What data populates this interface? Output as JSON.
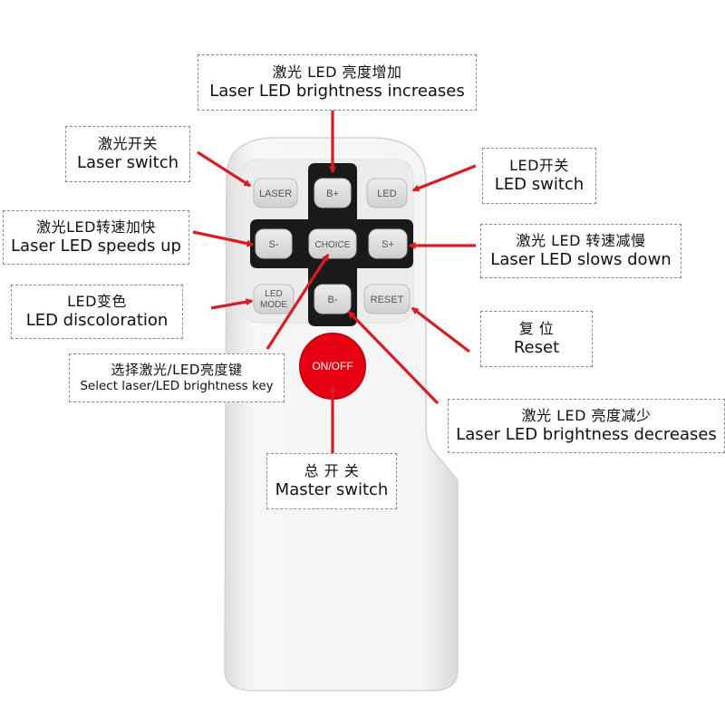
{
  "remote": {
    "buttons": {
      "laser": "LASER",
      "b_plus": "B+",
      "led": "LED",
      "s_minus": "S-",
      "choice": "CHOICE",
      "s_plus": "S+",
      "led_mode_1": "LED",
      "led_mode_2": "MODE",
      "b_minus": "B-",
      "reset": "RESET",
      "on_off": "ON/OFF"
    },
    "colors": {
      "arrow": "#d71c22",
      "power_button": "#e60012",
      "dpad": "#1a1a1a",
      "body": "#f4f4f4"
    }
  },
  "annotations": {
    "brightness_up": {
      "zh": "激光 LED 亮度增加",
      "en": "Laser LED brightness increases"
    },
    "laser_switch": {
      "zh": "激光开关",
      "en": "Laser switch"
    },
    "led_switch": {
      "zh": "LED开关",
      "en": "LED switch"
    },
    "speed_up": {
      "zh": "激光LED转速加快",
      "en": "Laser LED speeds up"
    },
    "slow_down": {
      "zh": "激光 LED 转速减慢",
      "en": "Laser LED slows down"
    },
    "discoloration": {
      "zh": "LED变色",
      "en": "LED discoloration"
    },
    "reset": {
      "zh": "复 位",
      "en": "Reset"
    },
    "select_key": {
      "zh": "选择激光/LED亮度键",
      "en": "Select laser/LED brightness key"
    },
    "brightness_down": {
      "zh": "激光 LED 亮度减少",
      "en": "Laser LED brightness decreases"
    },
    "master_switch": {
      "zh": "总 开 关",
      "en": "Master switch"
    }
  }
}
